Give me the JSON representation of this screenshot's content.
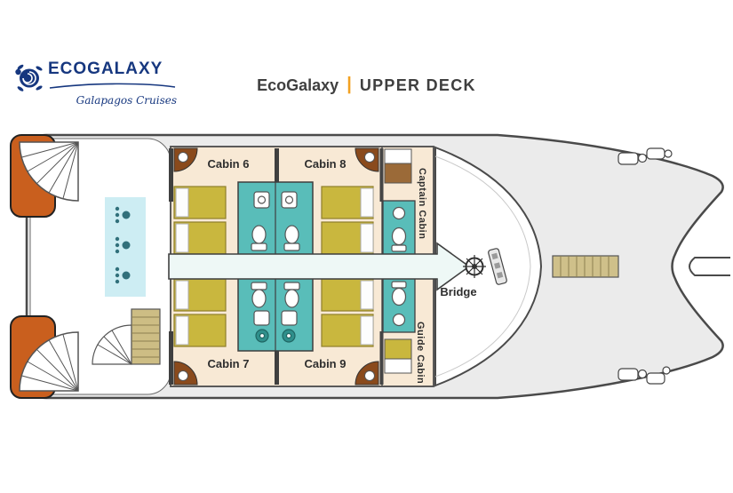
{
  "logo": {
    "brand": "ECOGALAXY",
    "tagline": "Galapagos Cruises"
  },
  "header": {
    "brand": "EcoGalaxy",
    "separator": "|",
    "deck": "UPPER DECK"
  },
  "deck_plan": {
    "cabins": [
      {
        "label": "Cabin 6"
      },
      {
        "label": "Cabin 8"
      },
      {
        "label": "Cabin 7"
      },
      {
        "label": "Cabin 9"
      }
    ],
    "captain_cabin": "Captain Cabin",
    "guide_cabin": "Guide Cabin",
    "bridge": "Bridge"
  },
  "colors": {
    "logo_blue": "#16377f",
    "accent_orange": "#f2a121",
    "hull_outline": "#4a4a4a",
    "deck_gray": "#ebebeb",
    "cabin_floor_peach": "#f8e9d5",
    "bathroom_teal": "#59bdb9",
    "bed_yellow": "#c9b73e",
    "sponson_pad_orange": "#c95f1e",
    "lounge_mat_blue": "#cdedf3",
    "walkway_tan": "#cfc08a"
  }
}
